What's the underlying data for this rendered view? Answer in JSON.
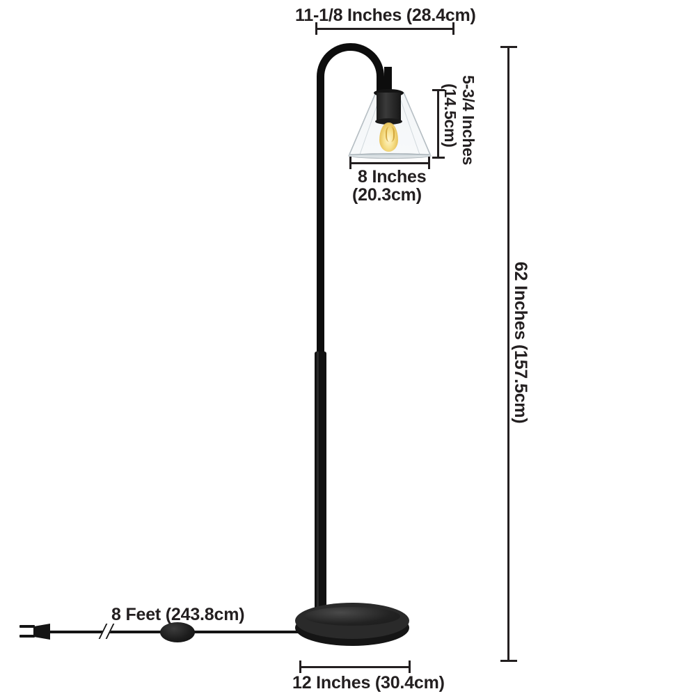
{
  "diagram": {
    "title": "Arc floor lamp dimension diagram",
    "product": "Arched metal floor lamp with clear glass cone shade",
    "line_color": "#231f20",
    "lamp_color": "#0d0d0d",
    "bulb_color": "#f7e08a",
    "background": "#ffffff"
  },
  "dimensions": {
    "arch_reach": {
      "label": "11-1/8 Inches  (28.4cm)",
      "value_in": "11-1/8",
      "value_cm": "28.4",
      "orientation": "horizontal",
      "position": "top"
    },
    "shade_height": {
      "label_line1": "5-3/4 Inches",
      "label_line2": "(14.5cm)",
      "value_in": "5-3/4",
      "value_cm": "14.5",
      "orientation": "vertical",
      "position": "shade-right"
    },
    "shade_width": {
      "label_line1": "8 Inches",
      "label_line2": "(20.3cm)",
      "value_in": "8",
      "value_cm": "20.3",
      "orientation": "horizontal",
      "position": "shade-bottom"
    },
    "total_height": {
      "label": "62 Inches (157.5cm)",
      "value_in": "62",
      "value_cm": "157.5",
      "orientation": "vertical",
      "position": "right"
    },
    "base_diameter": {
      "label": "12 Inches (30.4cm)",
      "value_in": "12",
      "value_cm": "30.4",
      "orientation": "horizontal",
      "position": "bottom"
    },
    "cord_length": {
      "label": "8 Feet (243.8cm)",
      "value_ft": "8",
      "value_cm": "243.8",
      "orientation": "horizontal",
      "position": "bottom-left"
    }
  },
  "parts": {
    "arch": "lamp-arch",
    "pole_upper": "lamp-pole-upper",
    "pole_lower": "lamp-pole-lower",
    "base": "lamp-base",
    "shade": "glass-cone-shade",
    "socket": "bulb-socket",
    "bulb": "filament-bulb",
    "cord": "power-cord",
    "plug": "two-prong-plug",
    "switch": "inline-foot-switch"
  }
}
